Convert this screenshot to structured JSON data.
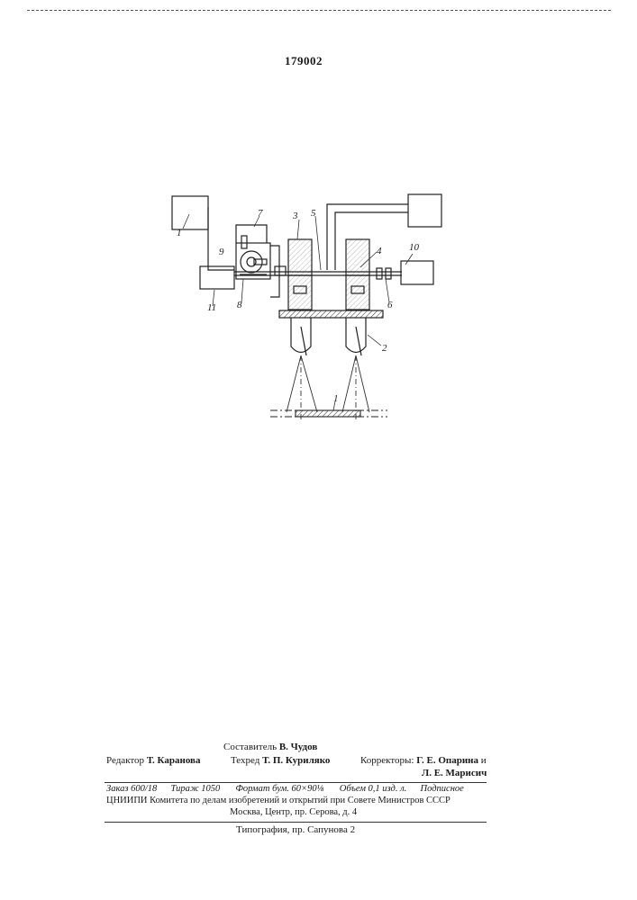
{
  "header": {
    "patent_number": "179002"
  },
  "figure": {
    "labels": [
      "1",
      "2",
      "3",
      "4",
      "5",
      "6",
      "7",
      "8",
      "9",
      "10",
      "11",
      "1"
    ]
  },
  "imprint": {
    "compiler_label": "Составитель",
    "compiler_name": "В. Чудов",
    "editor_label": "Редактор",
    "editor_name": "Т. Каранова",
    "techred_label": "Техред",
    "techred_name": "Т. П. Куриляко",
    "correctors_label": "Корректоры:",
    "corrector_1": "Г. Е. Опарина",
    "corrector_and": "и",
    "corrector_2": "Л. Е. Марисич",
    "order": "Заказ 600/18",
    "print_run": "Тираж 1050",
    "format": "Формат бум. 60×90⅛",
    "volume": "Объем 0,1 изд. л.",
    "subscription": "Подписное",
    "institute": "ЦНИИПИ Комитета по делам изобретений и открытий при Совете Министров СССР",
    "address": "Москва, Центр, пр. Серова, д. 4",
    "printer": "Типография, пр. Сапунова 2"
  }
}
